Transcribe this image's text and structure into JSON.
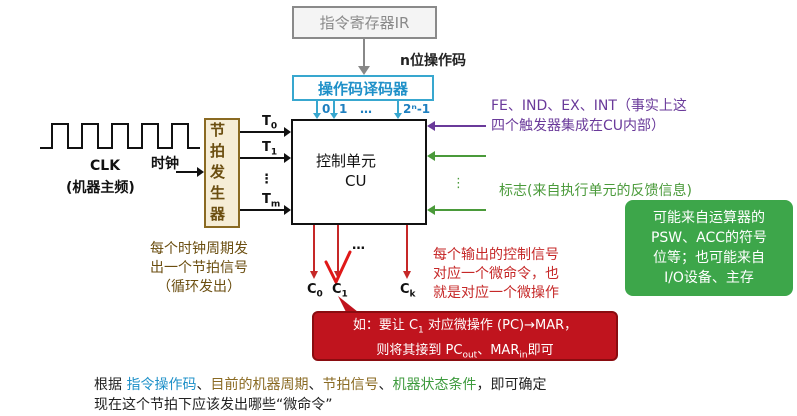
{
  "ir": {
    "label": "指令寄存器IR"
  },
  "nbit_label": "n位操作码",
  "decoder": {
    "label": "操作码译码器",
    "out0": "0",
    "out1": "1",
    "dots": "…",
    "outlast": "2ⁿ-1"
  },
  "cu": {
    "title": "控制单元",
    "subtitle": "CU"
  },
  "generator": {
    "chars": [
      "节",
      "拍",
      "发",
      "生",
      "器"
    ]
  },
  "clk": {
    "label": "CLK",
    "clock": "时钟",
    "sub": "(机器主频)"
  },
  "t_labels": {
    "t0": "T",
    "t0s": "0",
    "t1": "T",
    "t1s": "1",
    "dots": "⋮",
    "tm": "T",
    "tms": "m"
  },
  "gen_desc": [
    "每个时钟周期发",
    "出一个节拍信号",
    "（循环发出）"
  ],
  "ff_text": [
    "FE、IND、EX、INT（事实上这",
    "四个触发器集成在CU内部）"
  ],
  "flag_text": "标志(来自执行单元的反馈信息)",
  "flag_dots": "⋮",
  "green_box": [
    "可能来自运算器的",
    "PSW、ACC的符号",
    "位等；也可能来自",
    "I/O设备、主存"
  ],
  "out_desc": [
    "每个输出的控制信号",
    "对应一个微命令，也",
    "就是对应一个微操作"
  ],
  "outputs": {
    "c0": "C",
    "c0s": "0",
    "c1": "C",
    "c1s": "1",
    "dots": "…",
    "ck": "C",
    "cks": "k"
  },
  "red_box": {
    "line1_a": "如：要让 C",
    "line1_sub": "1",
    "line1_b": " 对应微操作 (PC)→MAR，",
    "line2_a": "则将其接到 PC",
    "line2_sub1": "out",
    "line2_b": "、MAR",
    "line2_sub2": "in",
    "line2_c": "即可"
  },
  "bottom": {
    "p1": "根据 ",
    "k1": "指令操作码",
    "s1": "、",
    "k2": "目前的机器周期",
    "s2": "、",
    "k3": "节拍信号",
    "s3": "、",
    "k4": "机器状态条件",
    "p2": "，即可确定",
    "line2": "现在这个节拍下应该发出哪些“微命令”"
  },
  "colors": {
    "blue": "#38a7cf",
    "brown": "#8a6a22",
    "green": "#3da64a",
    "red": "#c0141e",
    "purple": "#6a3a9a"
  }
}
